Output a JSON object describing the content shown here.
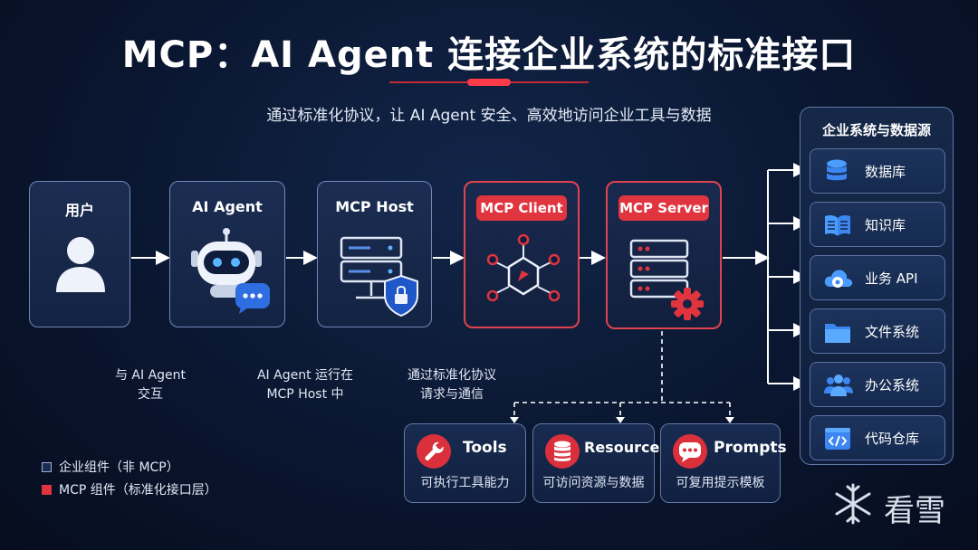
{
  "title": "MCP：AI Agent 连接企业系统的标准接口",
  "subtitle": "通过标准化协议，让 AI Agent 安全、高效地访问企业工具与数据",
  "flow": {
    "user": {
      "title": "用户"
    },
    "agent": {
      "title": "AI Agent"
    },
    "host": {
      "title": "MCP Host"
    },
    "client": {
      "title": "MCP Client"
    },
    "server": {
      "title": "MCP Server"
    }
  },
  "captions": {
    "c1_line1": "与 AI Agent",
    "c1_line2": "交互",
    "c2_line1": "AI Agent 运行在",
    "c2_line2": "MCP Host 中",
    "c3_line1": "通过标准化协议",
    "c3_line2": "请求与通信"
  },
  "capabilities": [
    {
      "title": "Tools",
      "desc": "可执行工具能力",
      "icon": "wrench-icon"
    },
    {
      "title": "Resources",
      "desc": "可访问资源与数据",
      "icon": "database-icon"
    },
    {
      "title": "Prompts",
      "desc": "可复用提示模板",
      "icon": "chat-icon"
    }
  ],
  "sources": {
    "title": "企业系统与数据源",
    "items": [
      {
        "label": "数据库",
        "icon": "database-icon"
      },
      {
        "label": "知识库",
        "icon": "book-icon"
      },
      {
        "label": "业务 API",
        "icon": "cloud-gear-icon"
      },
      {
        "label": "文件系统",
        "icon": "folder-icon"
      },
      {
        "label": "办公系统",
        "icon": "people-icon"
      },
      {
        "label": "代码仓库",
        "icon": "code-icon"
      }
    ]
  },
  "legend": {
    "enterprise": "企业组件（非 MCP）",
    "mcp": "MCP 组件（标准化接口层）"
  },
  "watermark": "看雪",
  "colors": {
    "accent_red": "#e0343f",
    "card_border": "#7187b6",
    "background": "#0a1630"
  }
}
